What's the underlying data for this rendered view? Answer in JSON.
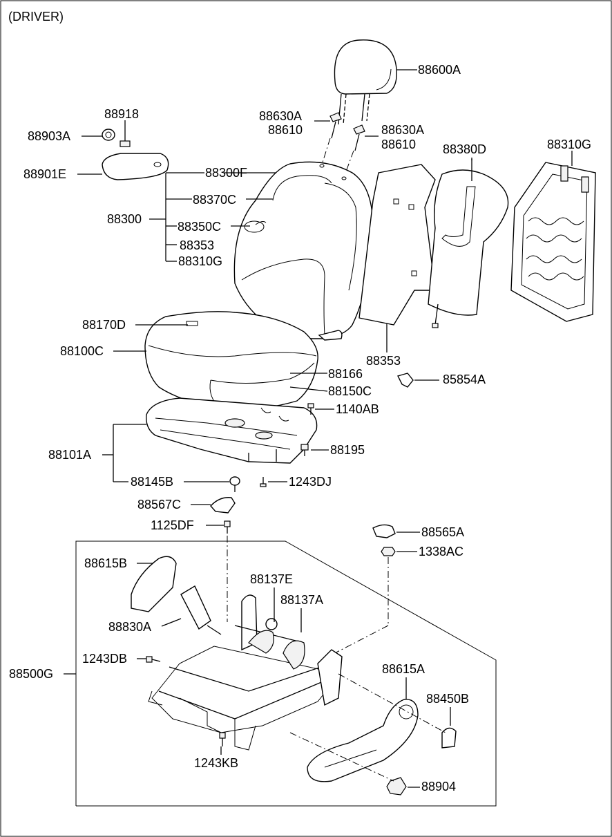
{
  "header": {
    "view_label": "(DRIVER)"
  },
  "labels": {
    "l88600A": "88600A",
    "l88918": "88918",
    "l88903A": "88903A",
    "l88630A_1": "88630A",
    "l88610_1": "88610",
    "l88630A_2": "88630A",
    "l88610_2": "88610",
    "l88380D": "88380D",
    "l88310G_top": "88310G",
    "l88901E": "88901E",
    "l88300F": "88300F",
    "l88370C": "88370C",
    "l88300": "88300",
    "l88350C": "88350C",
    "l88353_a": "88353",
    "l88310G_b": "88310G",
    "l88170D": "88170D",
    "l88100C": "88100C",
    "l88353_b": "88353",
    "l85854A": "85854A",
    "l88166": "88166",
    "l88150C": "88150C",
    "l1140AB": "1140AB",
    "l88101A": "88101A",
    "l88195": "88195",
    "l88145B": "88145B",
    "l1243DJ": "1243DJ",
    "l88567C": "88567C",
    "l1125DF": "1125DF",
    "l88565A": "88565A",
    "l1338AC": "1338AC",
    "l88615B": "88615B",
    "l88137E": "88137E",
    "l88137A": "88137A",
    "l88830A": "88830A",
    "l1243DB": "1243DB",
    "l88500G": "88500G",
    "l88615A": "88615A",
    "l88450B": "88450B",
    "l1243KB": "1243KB",
    "l88904": "88904"
  }
}
